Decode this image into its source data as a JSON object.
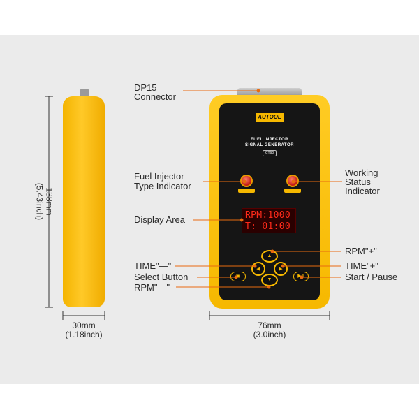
{
  "labels": {
    "dp15_connector": [
      "DP15",
      "Connector"
    ],
    "fuel_injector_type": [
      "Fuel Injector",
      "Type Indicator"
    ],
    "display_area": "Display Area",
    "time_minus": "TIME\"—\"",
    "select_button": "Select Button",
    "rpm_minus": "RPM\"—\"",
    "working_status": [
      "Working",
      "Status",
      "Indicator"
    ],
    "rpm_plus": "RPM\"+\"",
    "time_plus": "TIME\"+\"",
    "start_pause": "Start / Pause"
  },
  "dimensions": {
    "height": [
      "138mm",
      "(5.43inch)"
    ],
    "side_width": [
      "30mm",
      "(1.18inch)"
    ],
    "front_width": [
      "76mm",
      "(3.0inch)"
    ]
  },
  "device": {
    "brand": "AUTOOL",
    "title_line1": "FUEL INJECTOR",
    "title_line2": "SIGNAL GENERATOR",
    "model": "CT60",
    "display_line1": "RPM:1000",
    "display_line2": "T: 01:00"
  },
  "icons": {
    "select_key": "select-icon",
    "start_key": "play-pause-icon"
  },
  "colors": {
    "device_yellow": "#f6b800",
    "panel_black": "#151515",
    "display_red": "#ff2a1a",
    "leader_orange": "#e86a10",
    "background": "#ebebeb"
  }
}
